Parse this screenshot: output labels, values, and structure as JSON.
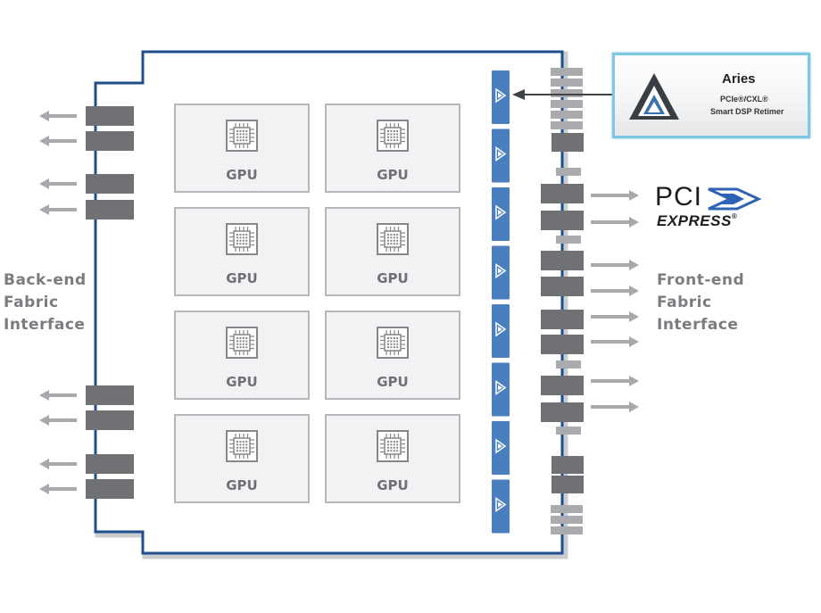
{
  "labels": {
    "back_end": [
      "Back-end",
      "Fabric",
      "Interface"
    ],
    "front_end": [
      "Front-end",
      "Fabric",
      "Interface"
    ]
  },
  "gpus": [
    "GPU",
    "GPU",
    "GPU",
    "GPU",
    "GPU",
    "GPU",
    "GPU",
    "GPU"
  ],
  "aries": {
    "title": "Aries",
    "subtitle1": "PCIe®/CXL®",
    "subtitle2": "Smart DSP Retimer"
  },
  "pcie_logo": {
    "pci": "PCI",
    "express": "EXPRESS",
    "mark": "®"
  },
  "retimer_count": 8,
  "colors": {
    "board_border": "#1f4e8c",
    "retimer": "#4a7fbf",
    "connector": "#6f7175",
    "arrow": "#a7a9ac",
    "label": "#7a7c80",
    "gpu_box_border": "#b4b6b9",
    "gpu_box_fill": "#f1f2f3",
    "aries_border": "#7ec8e3"
  },
  "icons": {
    "chip": "chip-icon",
    "aries_logo": "aries-triangle-logo",
    "pcie_chevron": "pcie-chevron-logo"
  }
}
